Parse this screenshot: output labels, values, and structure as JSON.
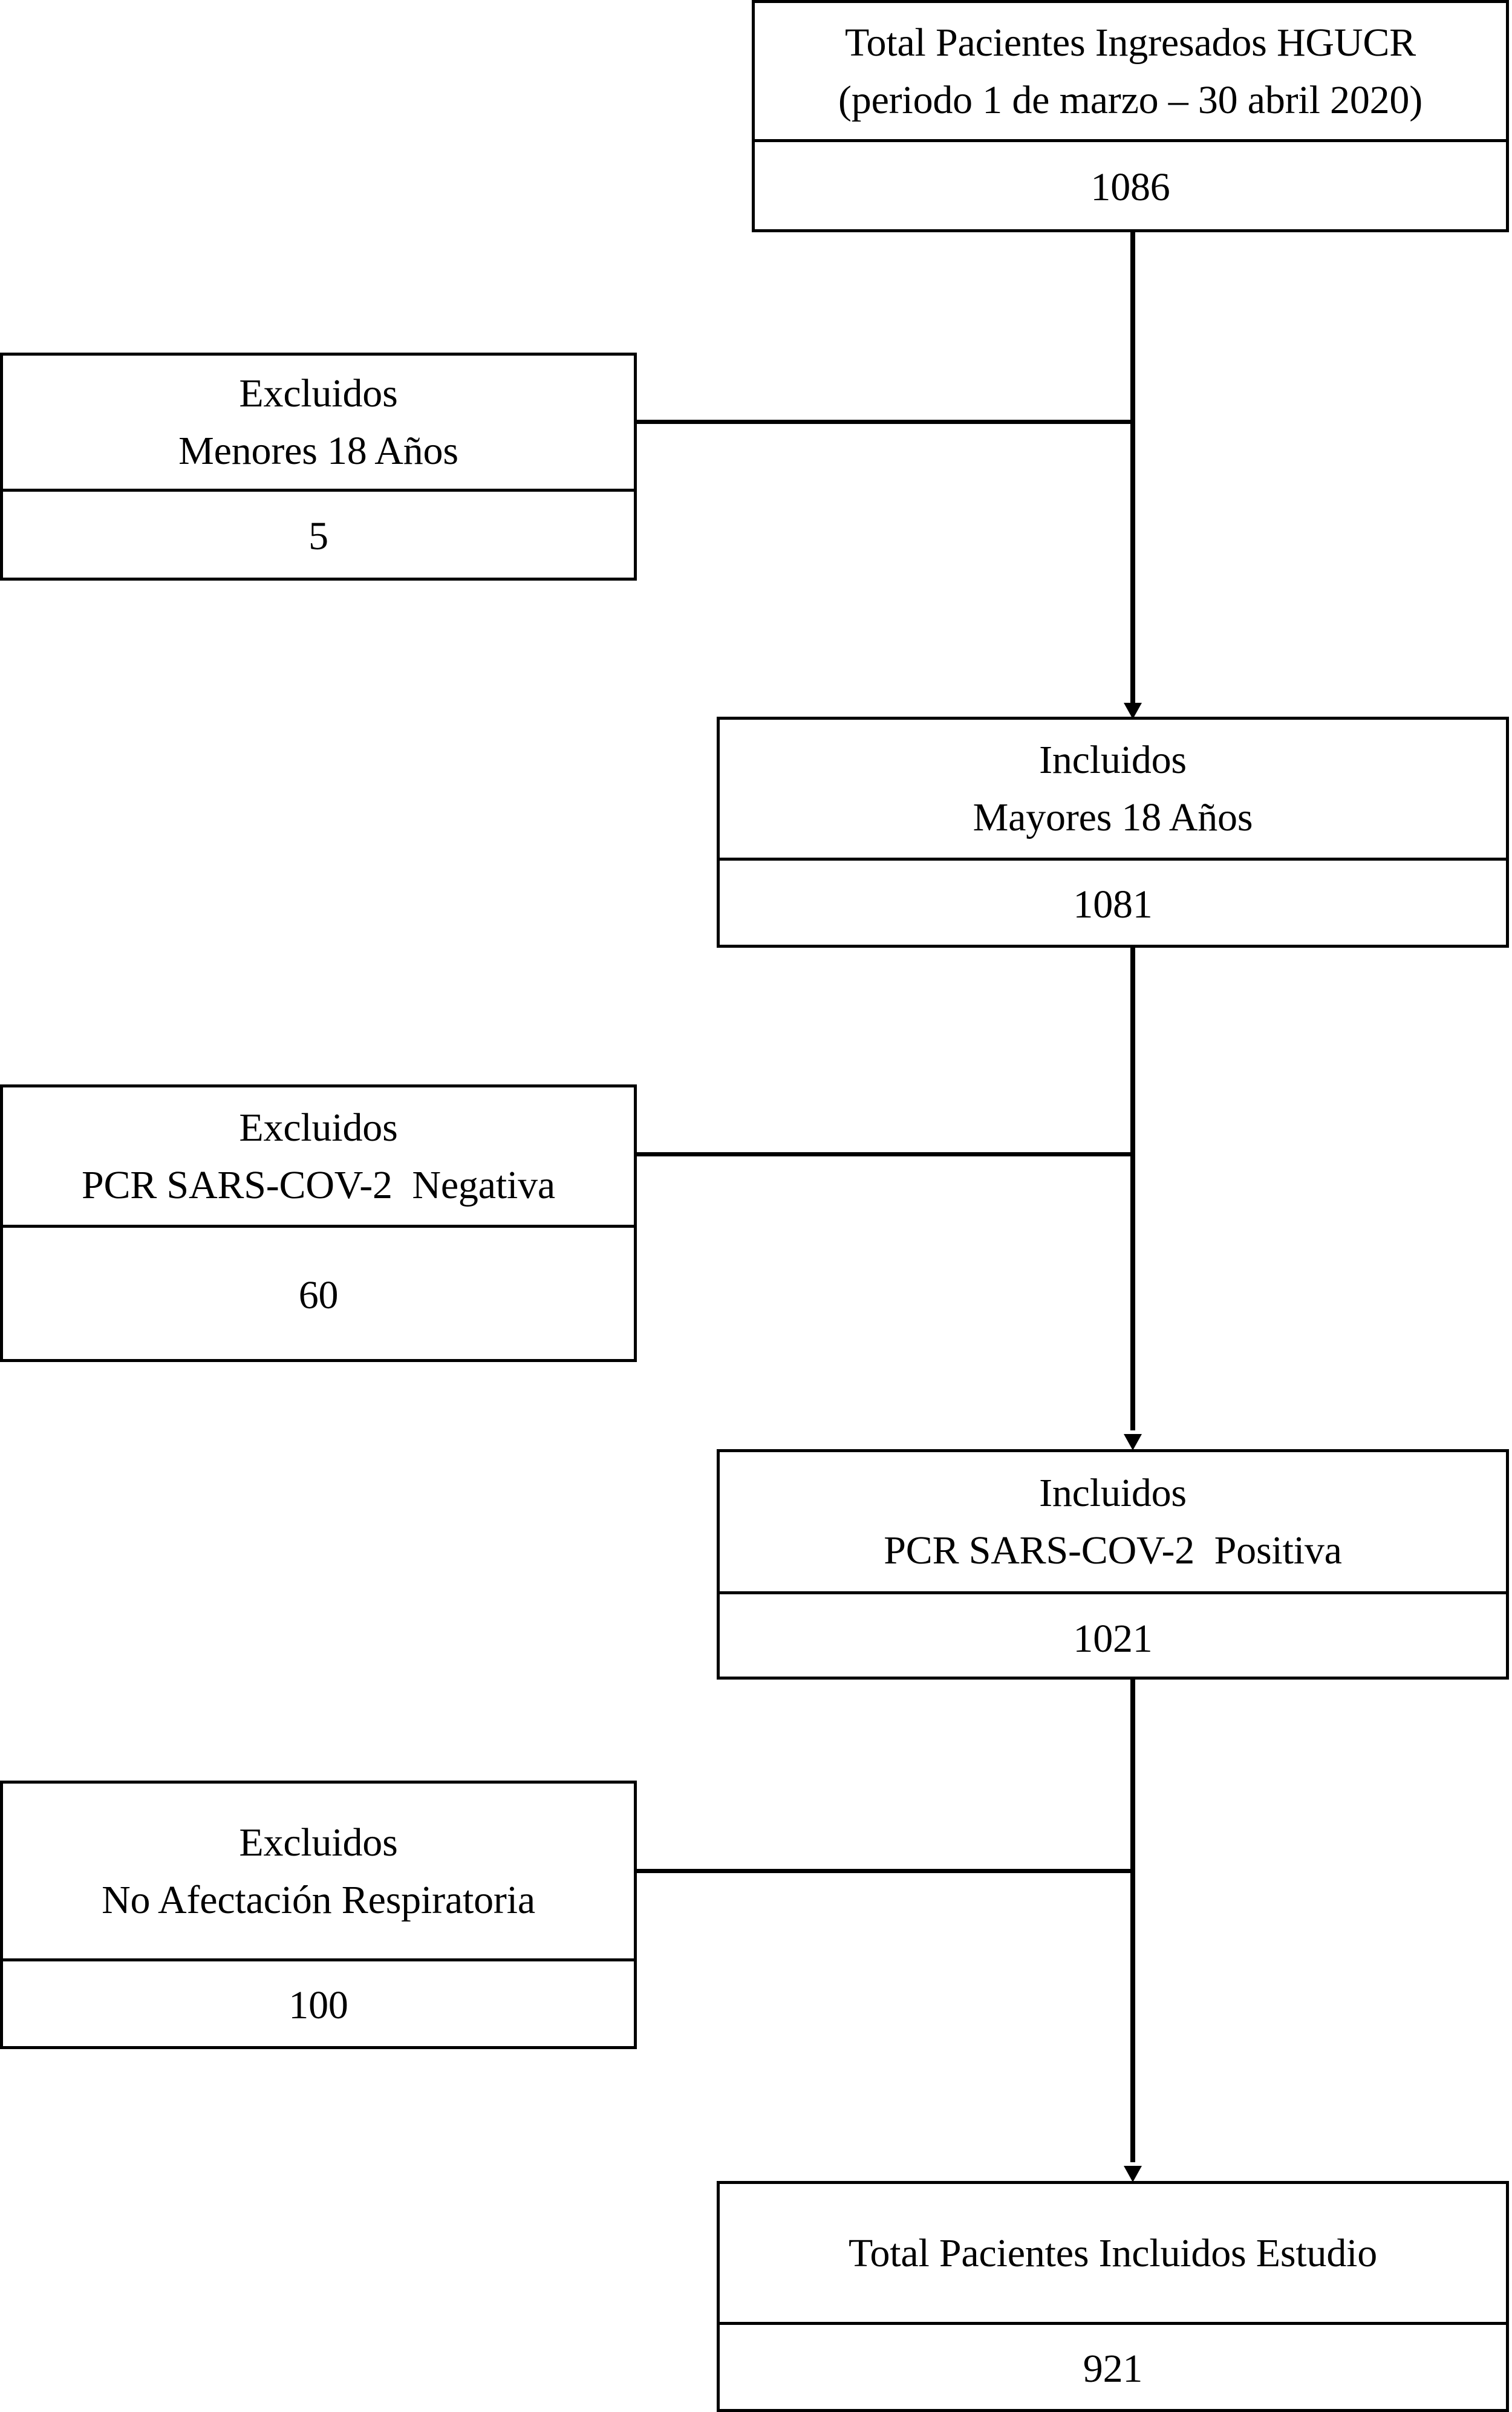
{
  "figure": {
    "type": "flow-diagram",
    "orientation": "vertical",
    "language": "es",
    "colors": {
      "stroke": "#000000",
      "background": "#ffffff",
      "text": "#000000"
    }
  },
  "nodes": {
    "total_ingresados": {
      "title_line1": "Total Pacientes Ingresados HGUCR",
      "title_line2": "(periodo 1 de marzo – 30 abril 2020)",
      "count": "1086"
    },
    "excluidos_menores": {
      "title_line1": "Excluidos",
      "title_line2": "Menores 18 Años",
      "count": "5"
    },
    "incluidos_mayores": {
      "title_line1": "Incluidos",
      "title_line2": "Mayores 18 Años",
      "count": "1081"
    },
    "excluidos_pcr_negativa": {
      "title_line1": "Excluidos",
      "title_line2": "PCR SARS-COV-2  Negativa",
      "count": "60"
    },
    "incluidos_pcr_positiva": {
      "title_line1": "Incluidos",
      "title_line2": "PCR SARS-COV-2  Positiva",
      "count": "1021"
    },
    "excluidos_no_respiratoria": {
      "title_line1": "Excluidos",
      "title_line2": "No Afectación Respiratoria",
      "count": "100"
    },
    "total_incluidos_estudio": {
      "title_line1": "Total Pacientes Incluidos Estudio",
      "title_line2": "",
      "count": "921"
    }
  },
  "chart_data": {
    "type": "flowchart",
    "title": "Total Pacientes Ingresados HGUCR (periodo 1 de marzo – 30 abril 2020)",
    "steps": [
      {
        "id": "total_ingresados",
        "label": "Total Pacientes Ingresados HGUCR (periodo 1 de marzo – 30 abril 2020)",
        "value": 1086,
        "kind": "included"
      },
      {
        "id": "excluidos_menores",
        "label": "Excluidos Menores 18 Años",
        "value": 5,
        "kind": "excluded"
      },
      {
        "id": "incluidos_mayores",
        "label": "Incluidos Mayores 18 Años",
        "value": 1081,
        "kind": "included"
      },
      {
        "id": "excluidos_pcr_negativa",
        "label": "Excluidos PCR SARS-COV-2 Negativa",
        "value": 60,
        "kind": "excluded"
      },
      {
        "id": "incluidos_pcr_positiva",
        "label": "Incluidos PCR SARS-COV-2 Positiva",
        "value": 1021,
        "kind": "included"
      },
      {
        "id": "excluidos_no_respiratoria",
        "label": "Excluidos No Afectación Respiratoria",
        "value": 100,
        "kind": "excluded"
      },
      {
        "id": "total_incluidos_estudio",
        "label": "Total Pacientes Incluidos Estudio",
        "value": 921,
        "kind": "included"
      }
    ],
    "edges": [
      {
        "from": "total_ingresados",
        "to": "excluidos_menores",
        "style": "branch-left"
      },
      {
        "from": "total_ingresados",
        "to": "incluidos_mayores",
        "style": "arrow-down"
      },
      {
        "from": "incluidos_mayores",
        "to": "excluidos_pcr_negativa",
        "style": "branch-left"
      },
      {
        "from": "incluidos_mayores",
        "to": "incluidos_pcr_positiva",
        "style": "arrow-down"
      },
      {
        "from": "incluidos_pcr_positiva",
        "to": "excluidos_no_respiratoria",
        "style": "branch-left"
      },
      {
        "from": "incluidos_pcr_positiva",
        "to": "total_incluidos_estudio",
        "style": "arrow-down"
      }
    ]
  }
}
